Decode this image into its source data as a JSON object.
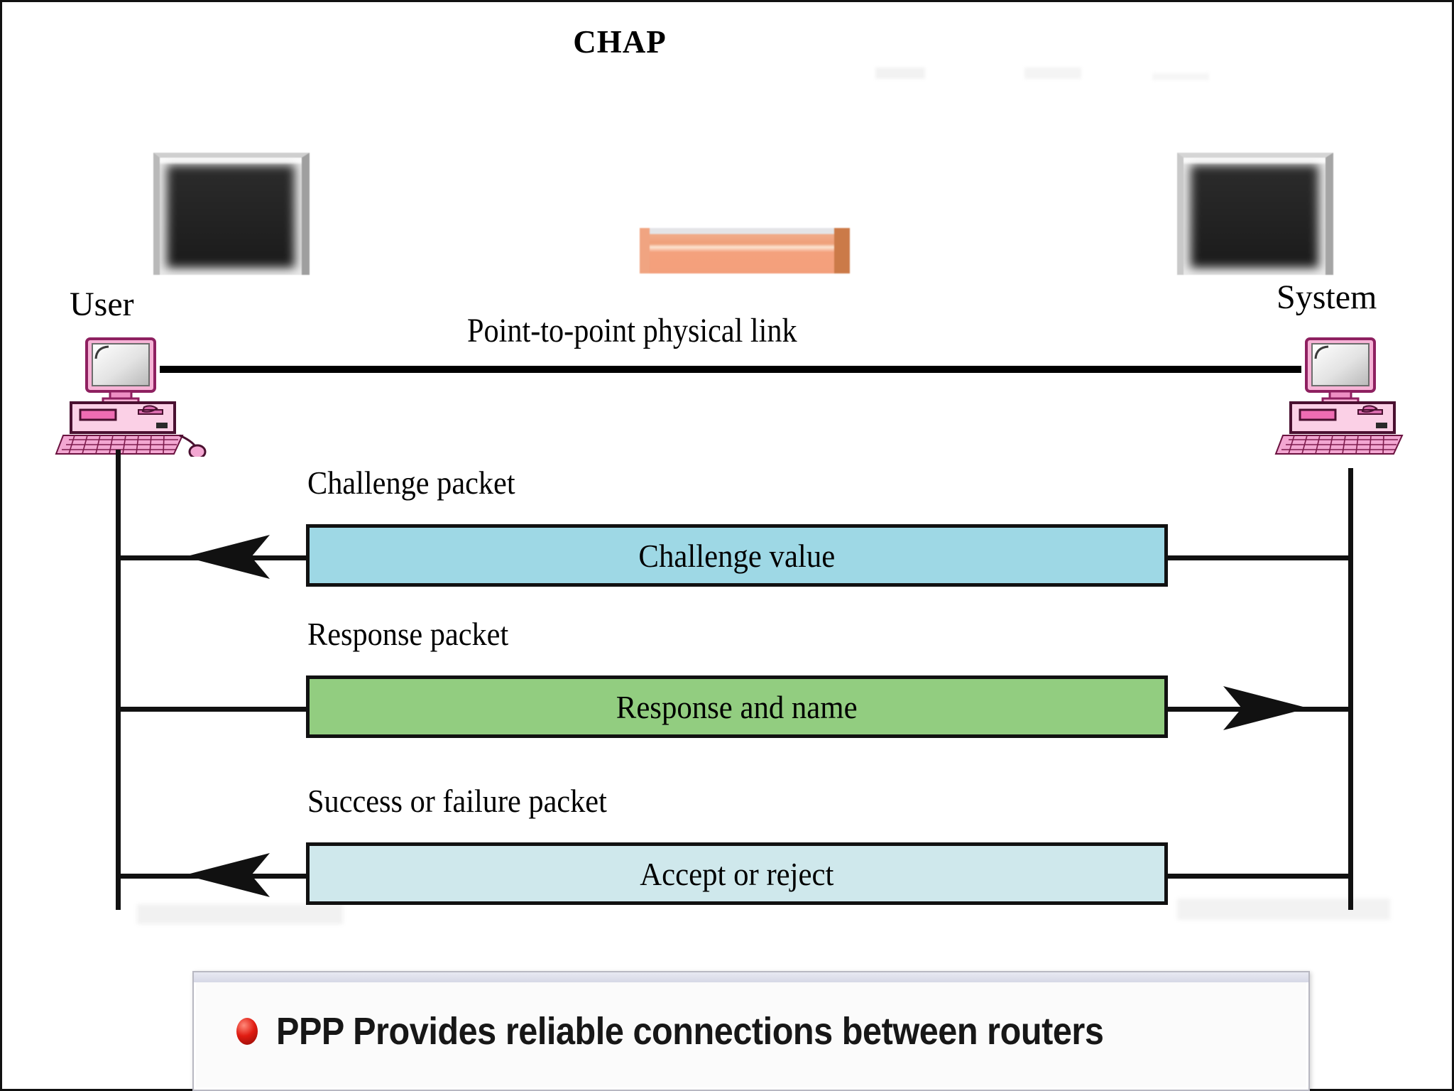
{
  "title": "CHAP",
  "nodes": {
    "left": {
      "label": "User",
      "icon": "desktop-computer-icon"
    },
    "right": {
      "label": "System",
      "icon": "desktop-computer-icon"
    }
  },
  "link": {
    "label": "Point-to-point physical link"
  },
  "messages": [
    {
      "caption": "Challenge packet",
      "payload": "Challenge value",
      "direction": "right-to-left",
      "color": "#9ed8e5"
    },
    {
      "caption": "Response packet",
      "payload": "Response and name",
      "direction": "left-to-right",
      "color": "#92cd80"
    },
    {
      "caption": "Success or failure packet",
      "payload": "Accept or reject",
      "direction": "right-to-left",
      "color": "#cfe8ec"
    }
  ],
  "banner": {
    "bullet": "red-bullet-icon",
    "text": "PPP Provides reliable connections between routers"
  },
  "colors": {
    "challenge_blue": "#9ed8e5",
    "response_green": "#92cd80",
    "accept_lightblue": "#cfe8ec",
    "computer_pink": "#f6b3d6",
    "computer_pink_dark": "#c4347e",
    "bullet_red": "#e01c12",
    "stroke": "#111111"
  }
}
